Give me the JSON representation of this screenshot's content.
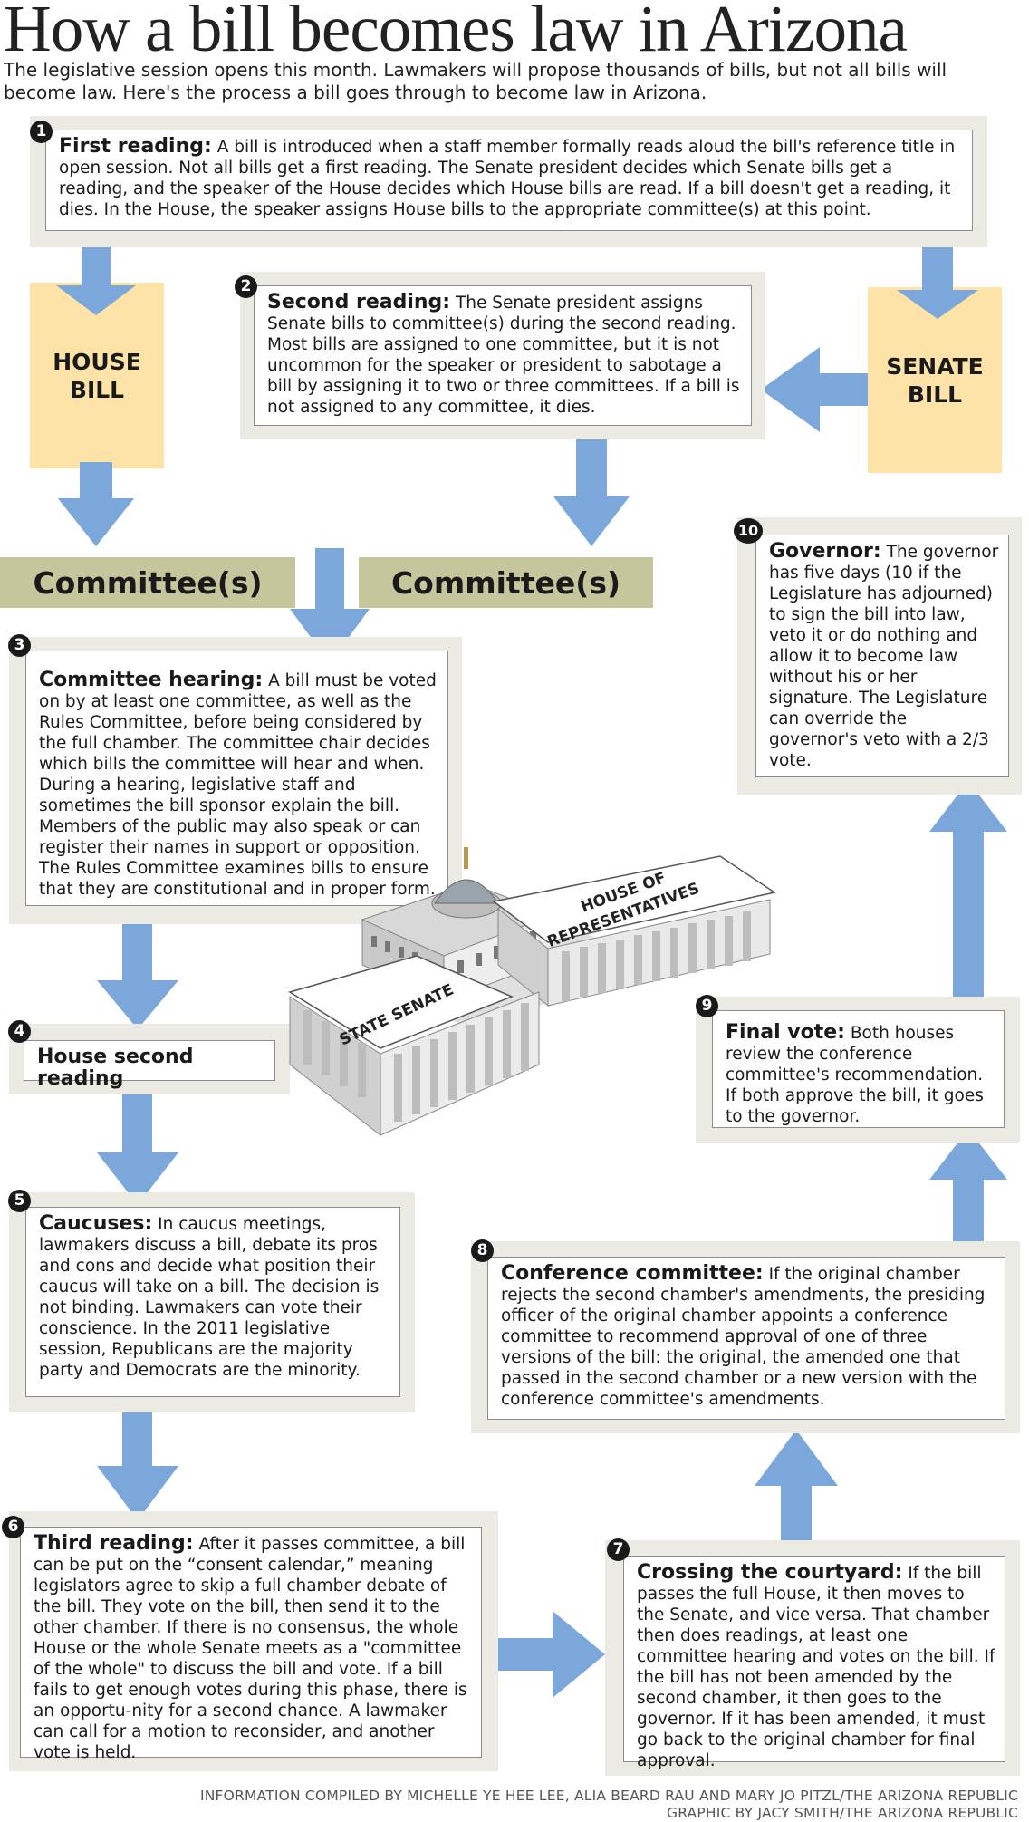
{
  "header": {
    "title": "How a bill becomes law in Arizona",
    "subtitle": "The legislative session opens this month. Lawmakers will propose thousands of bills, but not all bills will become law. Here's the process a bill goes through to become law in Arizona."
  },
  "labels": {
    "house_bill": [
      "HOUSE",
      "BILL"
    ],
    "senate_bill": [
      "SENATE",
      "BILL"
    ],
    "committee_left": "Committee(s)",
    "committee_right": "Committee(s)",
    "state_senate": "STATE SENATE",
    "house_of_reps": [
      "HOUSE OF",
      "REPRESENTATIVES"
    ]
  },
  "steps": {
    "s1": {
      "num": "1",
      "heading": "First reading:",
      "text": " A bill is introduced when a staff member formally reads aloud the bill's reference title in open session. Not all bills get a first reading. The Senate president decides which Senate bills get a reading, and the speaker of the House decides which House bills are read. If a bill doesn't get a reading, it dies. In the House, the speaker assigns House bills to the appropriate committee(s) at this point."
    },
    "s2": {
      "num": "2",
      "heading": "Second reading:",
      "text": " The Senate president assigns Senate bills to committee(s) during the second reading. Most bills are assigned to one committee, but it is not uncommon for the speaker or president to sabotage a bill by assigning it to two or three committees. If a bill is not assigned to any committee, it dies."
    },
    "s3": {
      "num": "3",
      "heading": "Committee hearing:",
      "text": " A bill must be voted on by at least one committee, as well as the Rules Committee, before being considered by the full chamber. The committee chair decides which bills the committee will hear and when. During a hearing, legislative staff and sometimes the bill sponsor explain the bill. Members of the public may also speak or can register their names in support or opposition. The Rules Committee examines bills to ensure that they are constitutional and in proper form."
    },
    "s4": {
      "num": "4",
      "heading": "House second reading",
      "text": ""
    },
    "s5": {
      "num": "5",
      "heading": "Caucuses:",
      "text": " In caucus meetings, lawmakers discuss a bill, debate its pros and cons and decide what position their caucus will take on a bill. The decision is not binding. Lawmakers can vote their conscience. In the 2011 legislative session, Republicans are the majority party and Democrats are the minority."
    },
    "s6": {
      "num": "6",
      "heading": "Third reading:",
      "text": " After it passes committee, a bill can be put on the “consent calendar,” meaning legislators agree to skip a full chamber debate of the bill. They vote on the bill, then send it to the other chamber. If there is no consensus, the whole House or the whole Senate meets as a \"committee of the whole\" to discuss the bill and vote. If a bill fails to get enough votes during this phase, there is an opportu-nity for a second chance. A lawmaker can call for a motion to reconsider, and another vote is held."
    },
    "s7": {
      "num": "7",
      "heading": "Crossing the courtyard:",
      "text": " If the bill passes the full House, it then moves to the Senate, and vice versa. That chamber then does readings, at least one committee hearing and votes on the bill. If the bill has not been amended by the second chamber, it then goes to the governor. If it has been amended, it must go back to the original chamber for final approval."
    },
    "s8": {
      "num": "8",
      "heading": "Conference committee:",
      "text": " If the original chamber rejects the second chamber's amendments, the presiding officer of the original chamber appoints a conference committee to recommend approval of one of three versions of the bill: the original, the amended one that passed in the second chamber or a new version with the conference committee's amendments."
    },
    "s9": {
      "num": "9",
      "heading": "Final vote:",
      "text": " Both houses review the conference committee's recommendation. If both approve the bill, it goes to the governor."
    },
    "s10": {
      "num": "10",
      "heading": "Governor:",
      "text": " The governor has five days (10 if the Legislature has adjourned) to sign the bill into law, veto it or do nothing and allow it to become law without his or her signature. The Legislature can override the governor's veto with a 2/3 vote."
    }
  },
  "footer": {
    "line1": "INFORMATION COMPILED BY MICHELLE YE HEE LEE, ALIA BEARD RAU AND MARY JO PITZL/THE ARIZONA REPUBLIC",
    "line2": "GRAPHIC BY JACY SMITH/THE ARIZONA REPUBLIC"
  },
  "colors": {
    "arrow": "#7ba7da",
    "bill_fill": "#fde3a7",
    "committee_fill": "#c6c69c",
    "panel": "#ebebe4",
    "box_border": "#8c8c8c"
  }
}
